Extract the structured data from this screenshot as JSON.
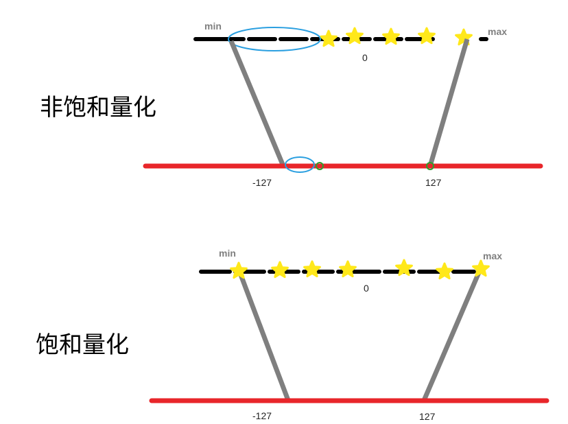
{
  "top_panel": {
    "heading": "非饱和量化",
    "min_label": "min",
    "max_label": "max",
    "zero_label": "0",
    "neg_label": "-127",
    "pos_label": "127"
  },
  "bottom_panel": {
    "heading": "饱和量化",
    "min_label": "min",
    "max_label": "max",
    "zero_label": "0",
    "neg_label": "-127",
    "pos_label": "127"
  },
  "colors": {
    "float_axis": "#000000",
    "int_axis": "#e8262a",
    "mapping_line": "#7f7f7f",
    "star": "#ffe81a",
    "highlight_ellipse": "#2a9fe0",
    "unused_marker": "#2d9e2d",
    "label_gray": "#7f7f7f"
  }
}
